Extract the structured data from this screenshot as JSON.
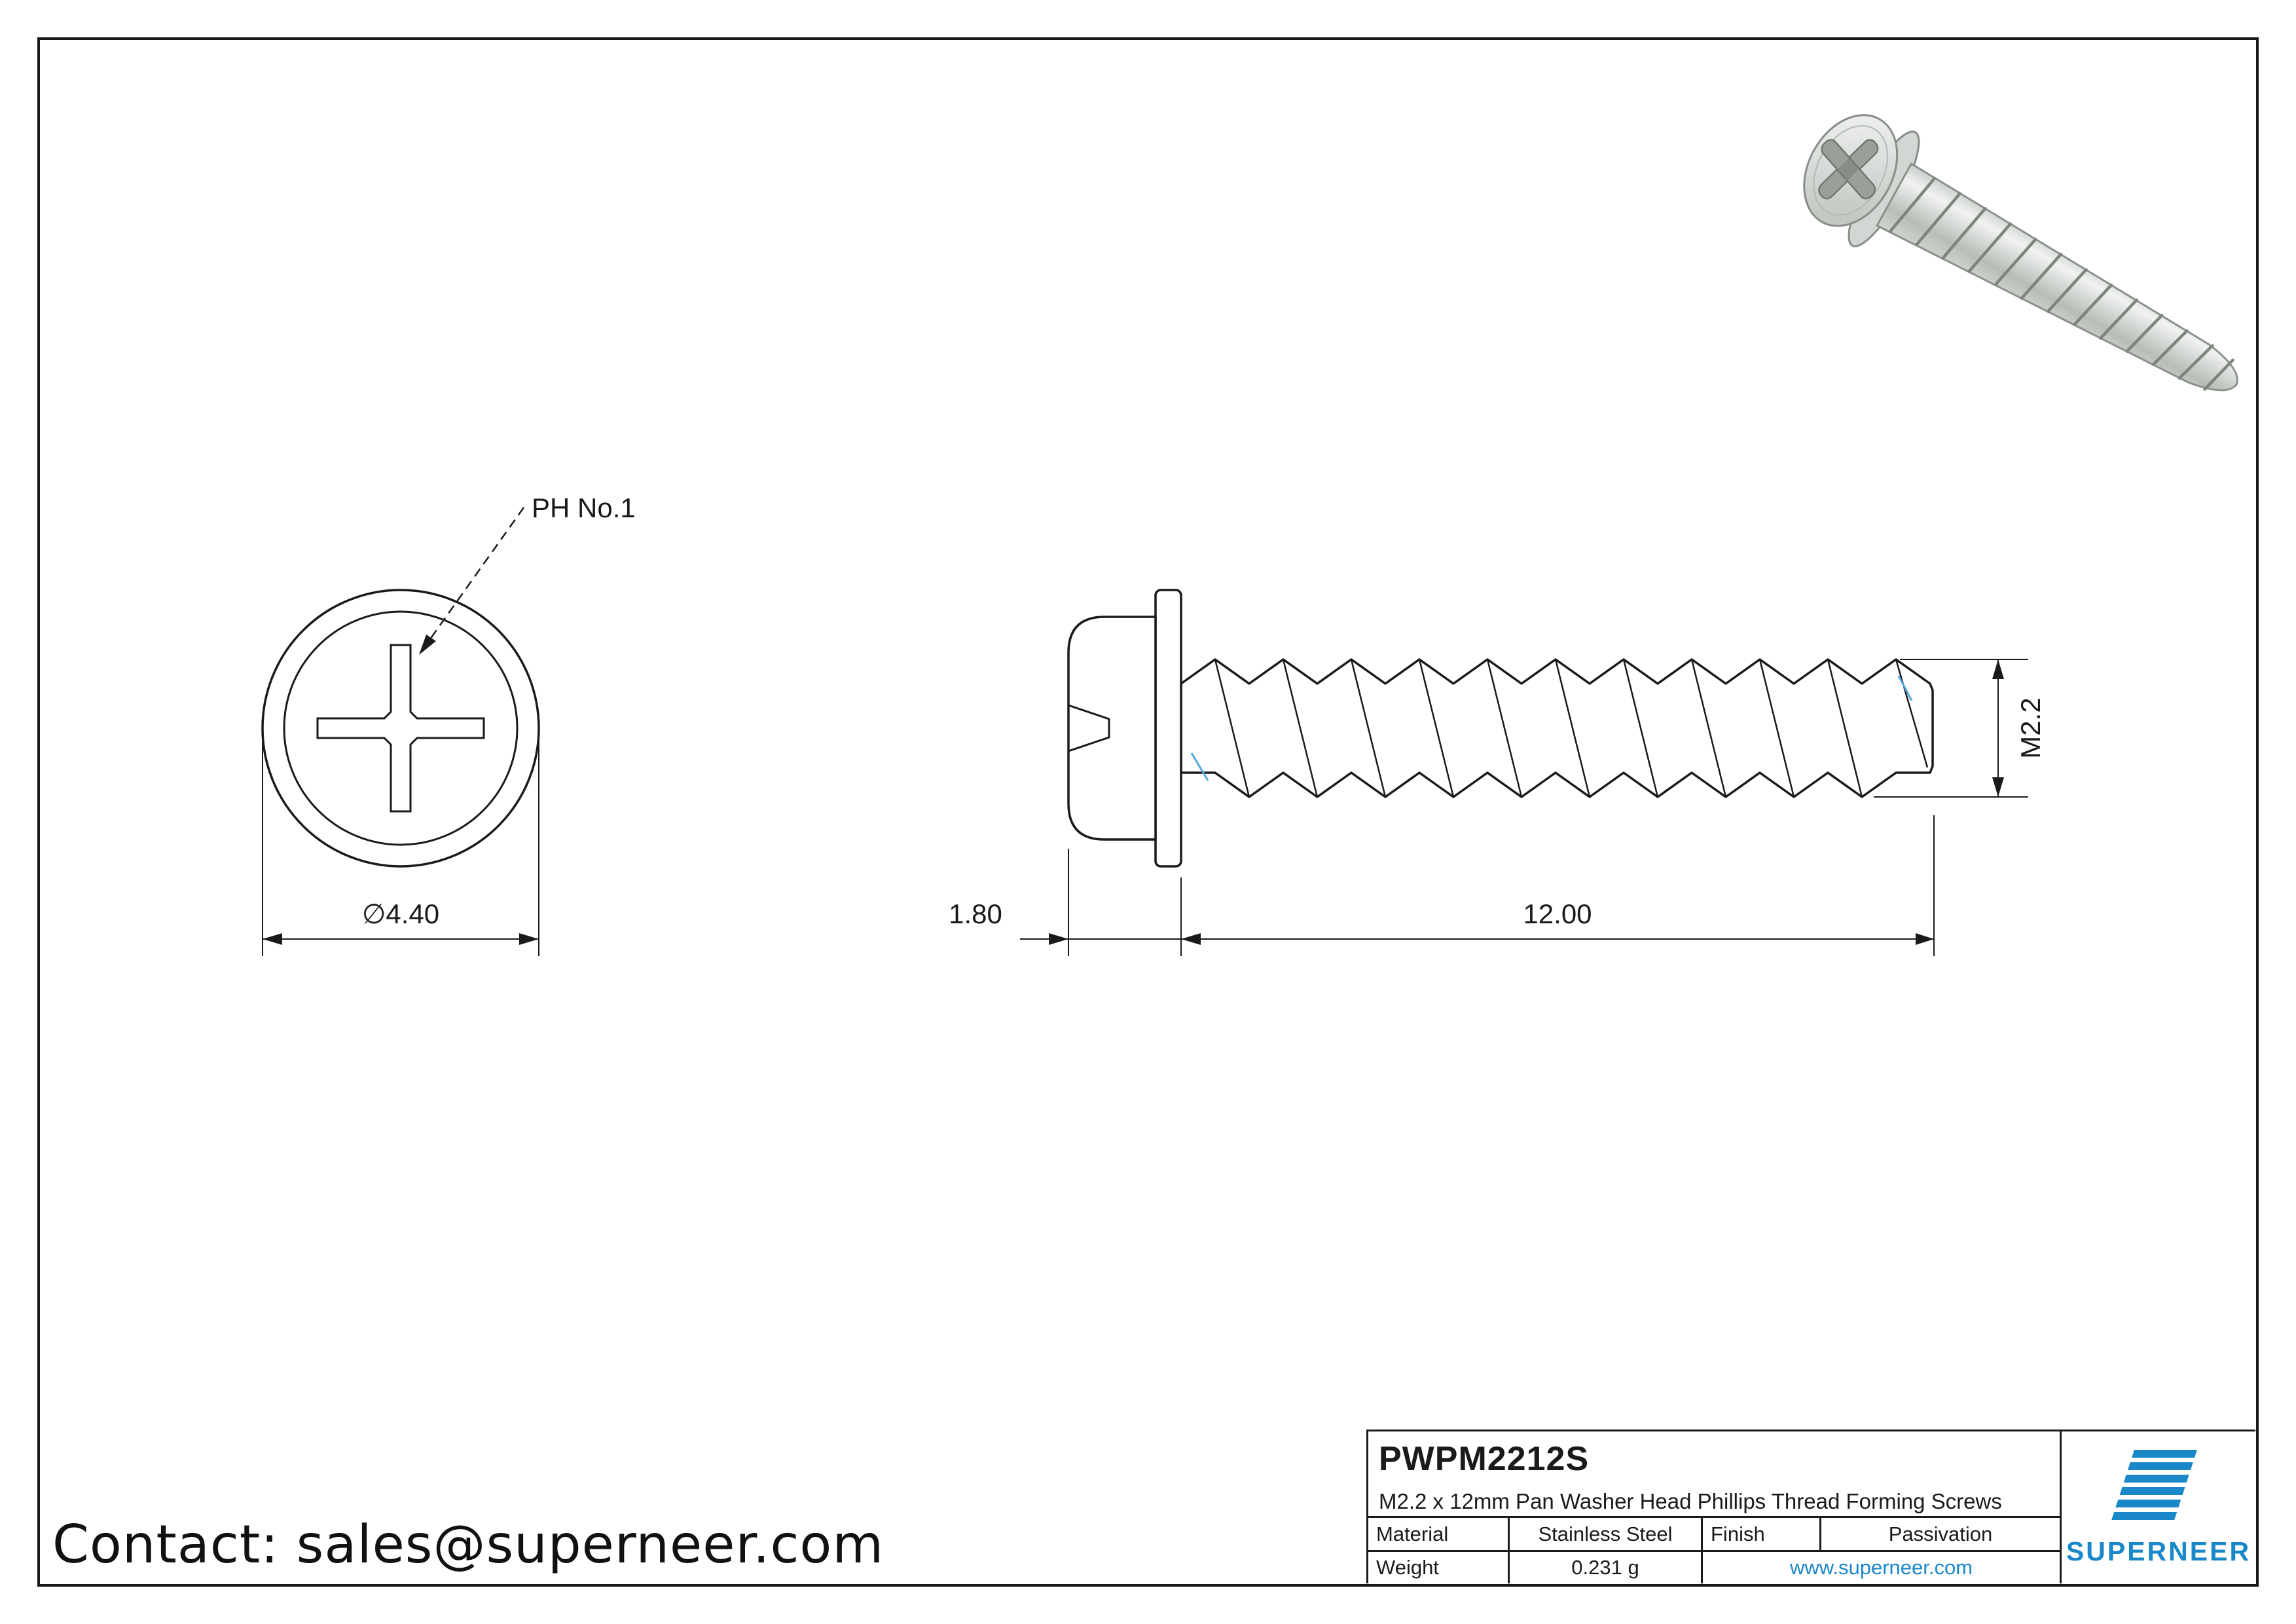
{
  "drawing": {
    "ph_label": "PH No.1",
    "diameter_dim": "∅4.40",
    "head_height_dim": "1.80",
    "length_dim": "12.00",
    "thread_dim": "M2.2"
  },
  "contact": {
    "text": "Contact: sales@superneer.com"
  },
  "title_block": {
    "part_number": "PWPM2212S",
    "description": "M2.2 x 12mm Pan Washer Head Phillips Thread Forming Screws",
    "material_label": "Material",
    "material_value": "Stainless Steel",
    "finish_label": "Finish",
    "finish_value": "Passivation",
    "weight_label": "Weight",
    "weight_value": "0.231 g",
    "website": "www.superneer.com",
    "brand": "SUPERNEER"
  },
  "colors": {
    "accent_blue": "#1a87c9",
    "line_black": "#1a1a1a"
  }
}
